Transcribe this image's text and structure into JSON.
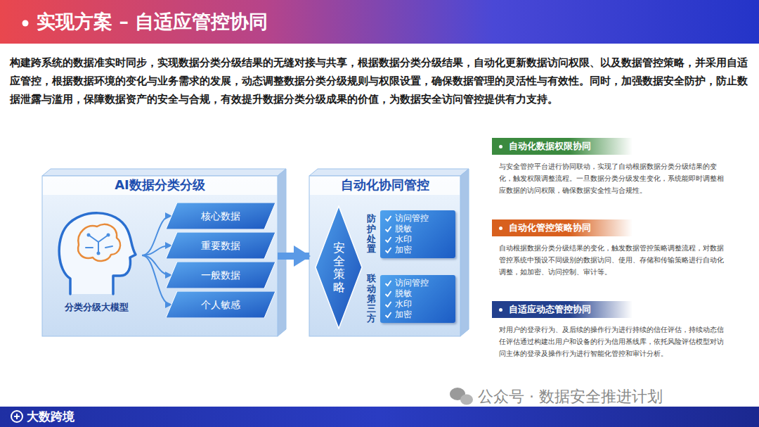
{
  "diagram": {
    "title": "实现方案 – 自适应管控协同",
    "nodes": [
      {
        "text": [
          "AI数据分类分级"
        ]
      },
      {
        "text": [
          "分类分级大模型"
        ],
        "in": 0
      },
      {
        "text": [
          "核心数据"
        ],
        "in": 0
      },
      {
        "text": [
          "重要数据"
        ],
        "in": 0
      },
      {
        "text": [
          "一般数据"
        ],
        "in": 0
      },
      {
        "text": [
          "个人敏感"
        ],
        "in": 0
      },
      {
        "text": [
          "自动化协同管控"
        ]
      },
      {
        "text": [
          "安全策略"
        ],
        "in": 6
      },
      {
        "text": [
          "防护处置",
          "访问管控",
          "脱敏",
          "水印",
          "加密"
        ],
        "in": 6
      },
      {
        "text": [
          "联动第三方",
          "访问管控",
          "脱敏",
          "水印",
          "加密"
        ],
        "in": 6
      },
      {
        "text": [
          "自动化数据权限协同",
          "与安全管控平台进行协同联动，实现了自动根据数据分类分级结果的变化，触发权限调整流程。一旦数据分类分级发生变化，系统能即时调整相应数据的访问权限，确保数据安全性与合规性。"
        ]
      },
      {
        "text": [
          "自动化管控策略协同",
          "自动根据数据分类分级结果的变化，触发数据管控策略调整流程，对数据管控系统中预设不同级别的数据访问、使用、存储和传输策略进行自动化调整，如加密、访问控制、审计等。"
        ]
      },
      {
        "text": [
          "自适应动态管控协同",
          "对用户的登录行为、及后续的操作行为进行持续的信任评估，持续动态信任评估通过构建出用户和设备的行为信用基线库，依托风险评估模型对访问主体的登录及操作行为进行智能化管控和审计分析。"
        ]
      }
    ],
    "edges": [
      {
        "from": 1,
        "to": 2,
        "arrow": "to"
      },
      {
        "from": 1,
        "to": 3,
        "arrow": "to"
      },
      {
        "from": 1,
        "to": 4,
        "arrow": "to"
      },
      {
        "from": 1,
        "to": 5,
        "arrow": "to"
      },
      {
        "from": 0,
        "to": 6,
        "arrow": "to"
      }
    ],
    "labels": [
      "构建跨系统的数据准实时同步，实现数据分类分级结果的无缝对接与共享，根据数据分类分级结果，自动化更新数据访问权限、以及数据管控策略，并采用自适应管控，根据数据环境的变化与业务需求的发展，动态调整数据分类分级规则与权限设置，确保数据管理的灵活性与有效性。同时，加强数据安全防护，防止数据泄露与滥用，保障数据资产的安全与合规，有效提升数据分类分级成果的价值，为数据安全访问管控提供有力支持。",
      "公众号 · 数据安全推进计划",
      "大数跨境"
    ]
  }
}
